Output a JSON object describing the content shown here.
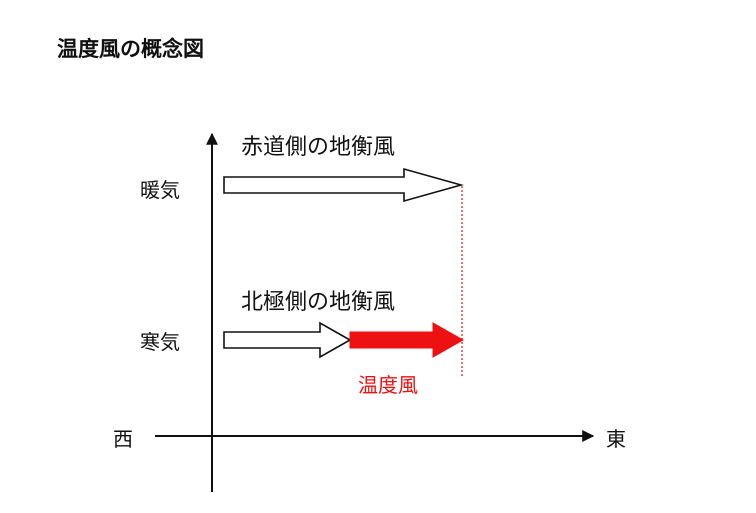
{
  "title": "温度風の概念図",
  "labels": {
    "warm": "暖気",
    "cold": "寒気",
    "equator_wind": "赤道側の地衡風",
    "pole_wind": "北極側の地衡風",
    "thermal_wind": "温度風",
    "west": "西",
    "east": "東"
  },
  "colors": {
    "thermal_wind": "#ee1111",
    "outline": "#111111",
    "guide_line": "#ee1111"
  }
}
